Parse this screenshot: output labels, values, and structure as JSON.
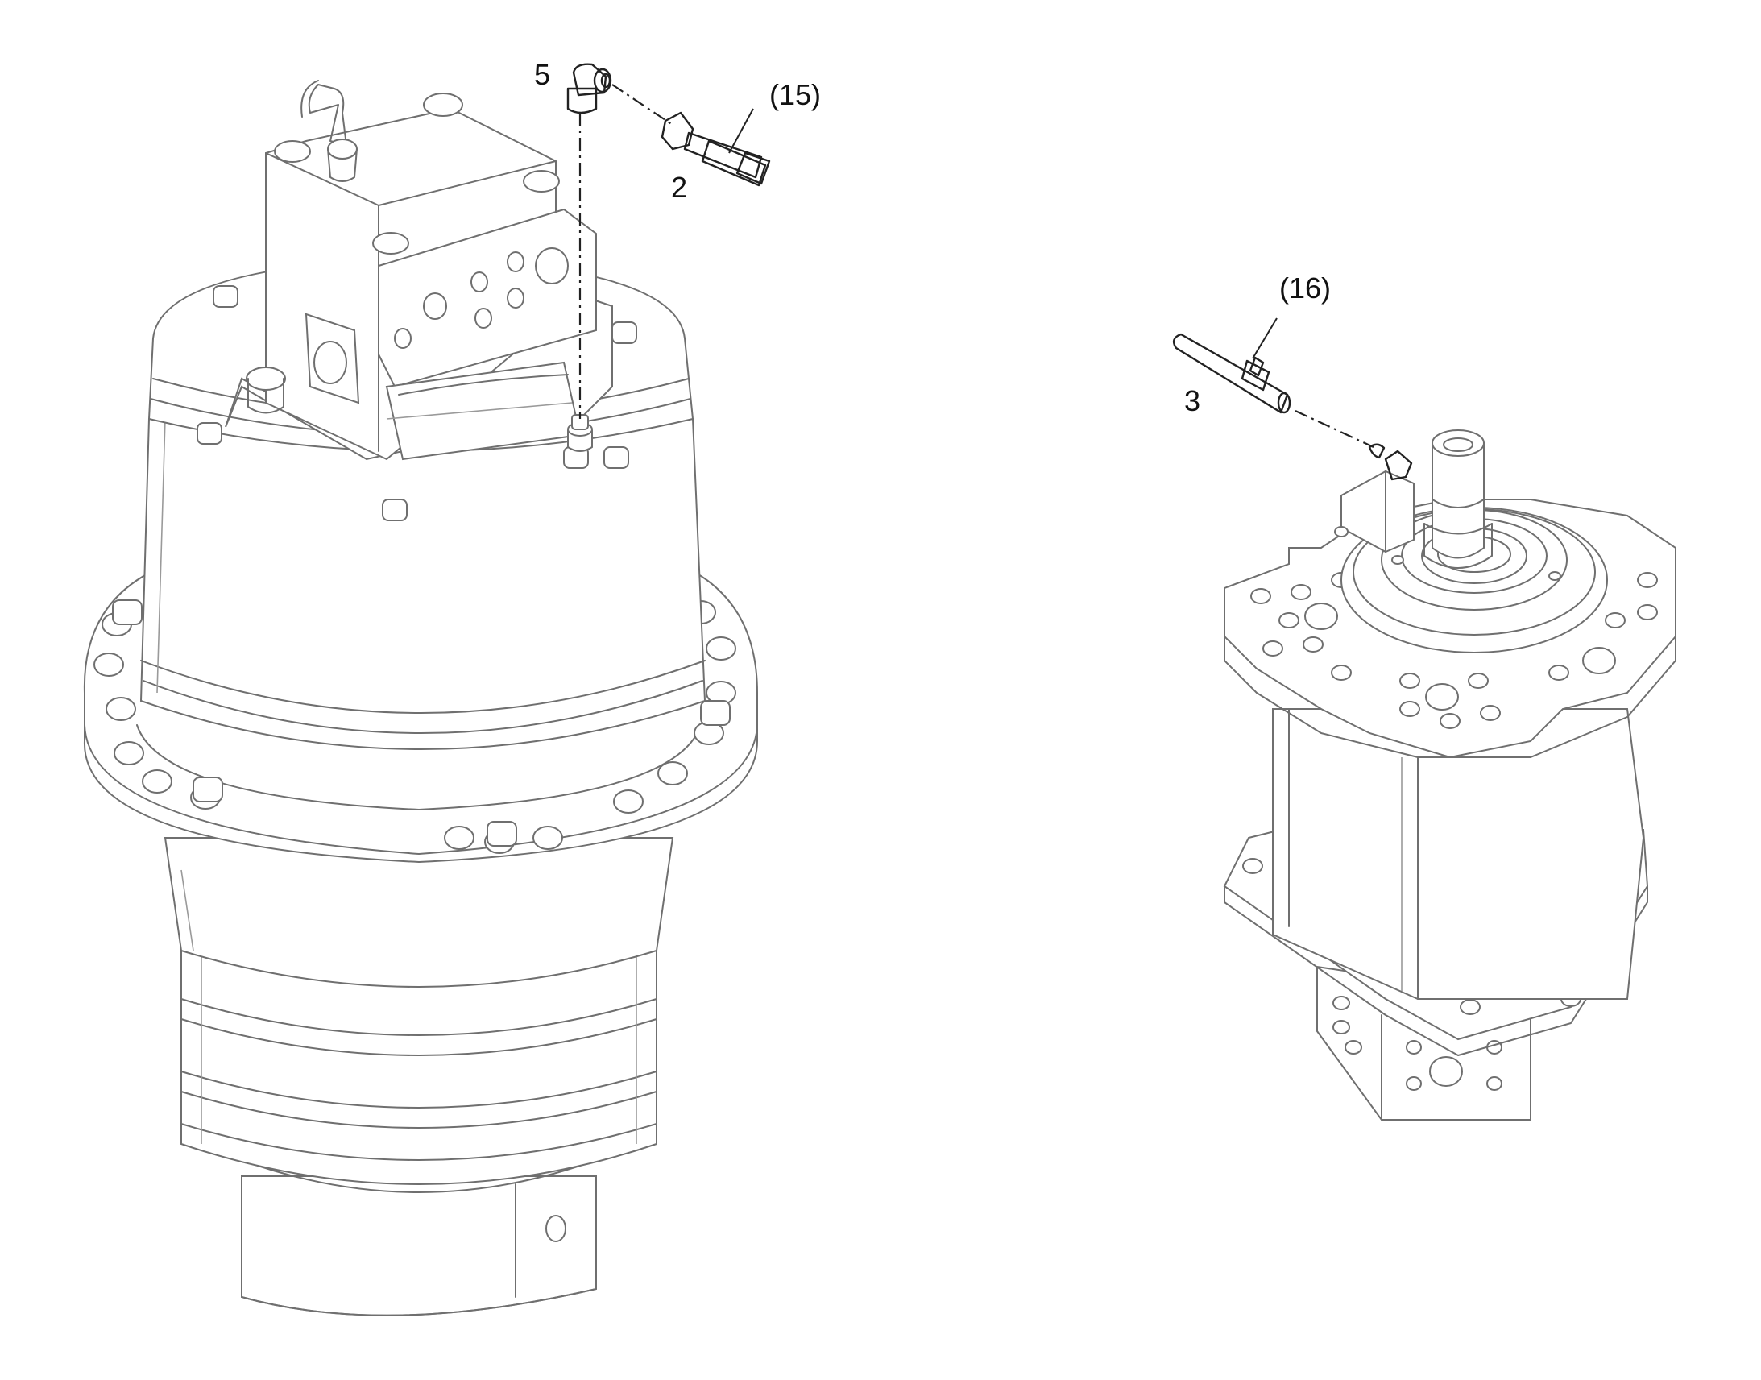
{
  "callouts": {
    "part_5": "5",
    "part_2": "2",
    "part_15": "(15)",
    "part_16": "(16)",
    "part_3": "3"
  },
  "colors": {
    "line": "#6f6f6f",
    "ink": "#222222",
    "background": "#ffffff"
  }
}
